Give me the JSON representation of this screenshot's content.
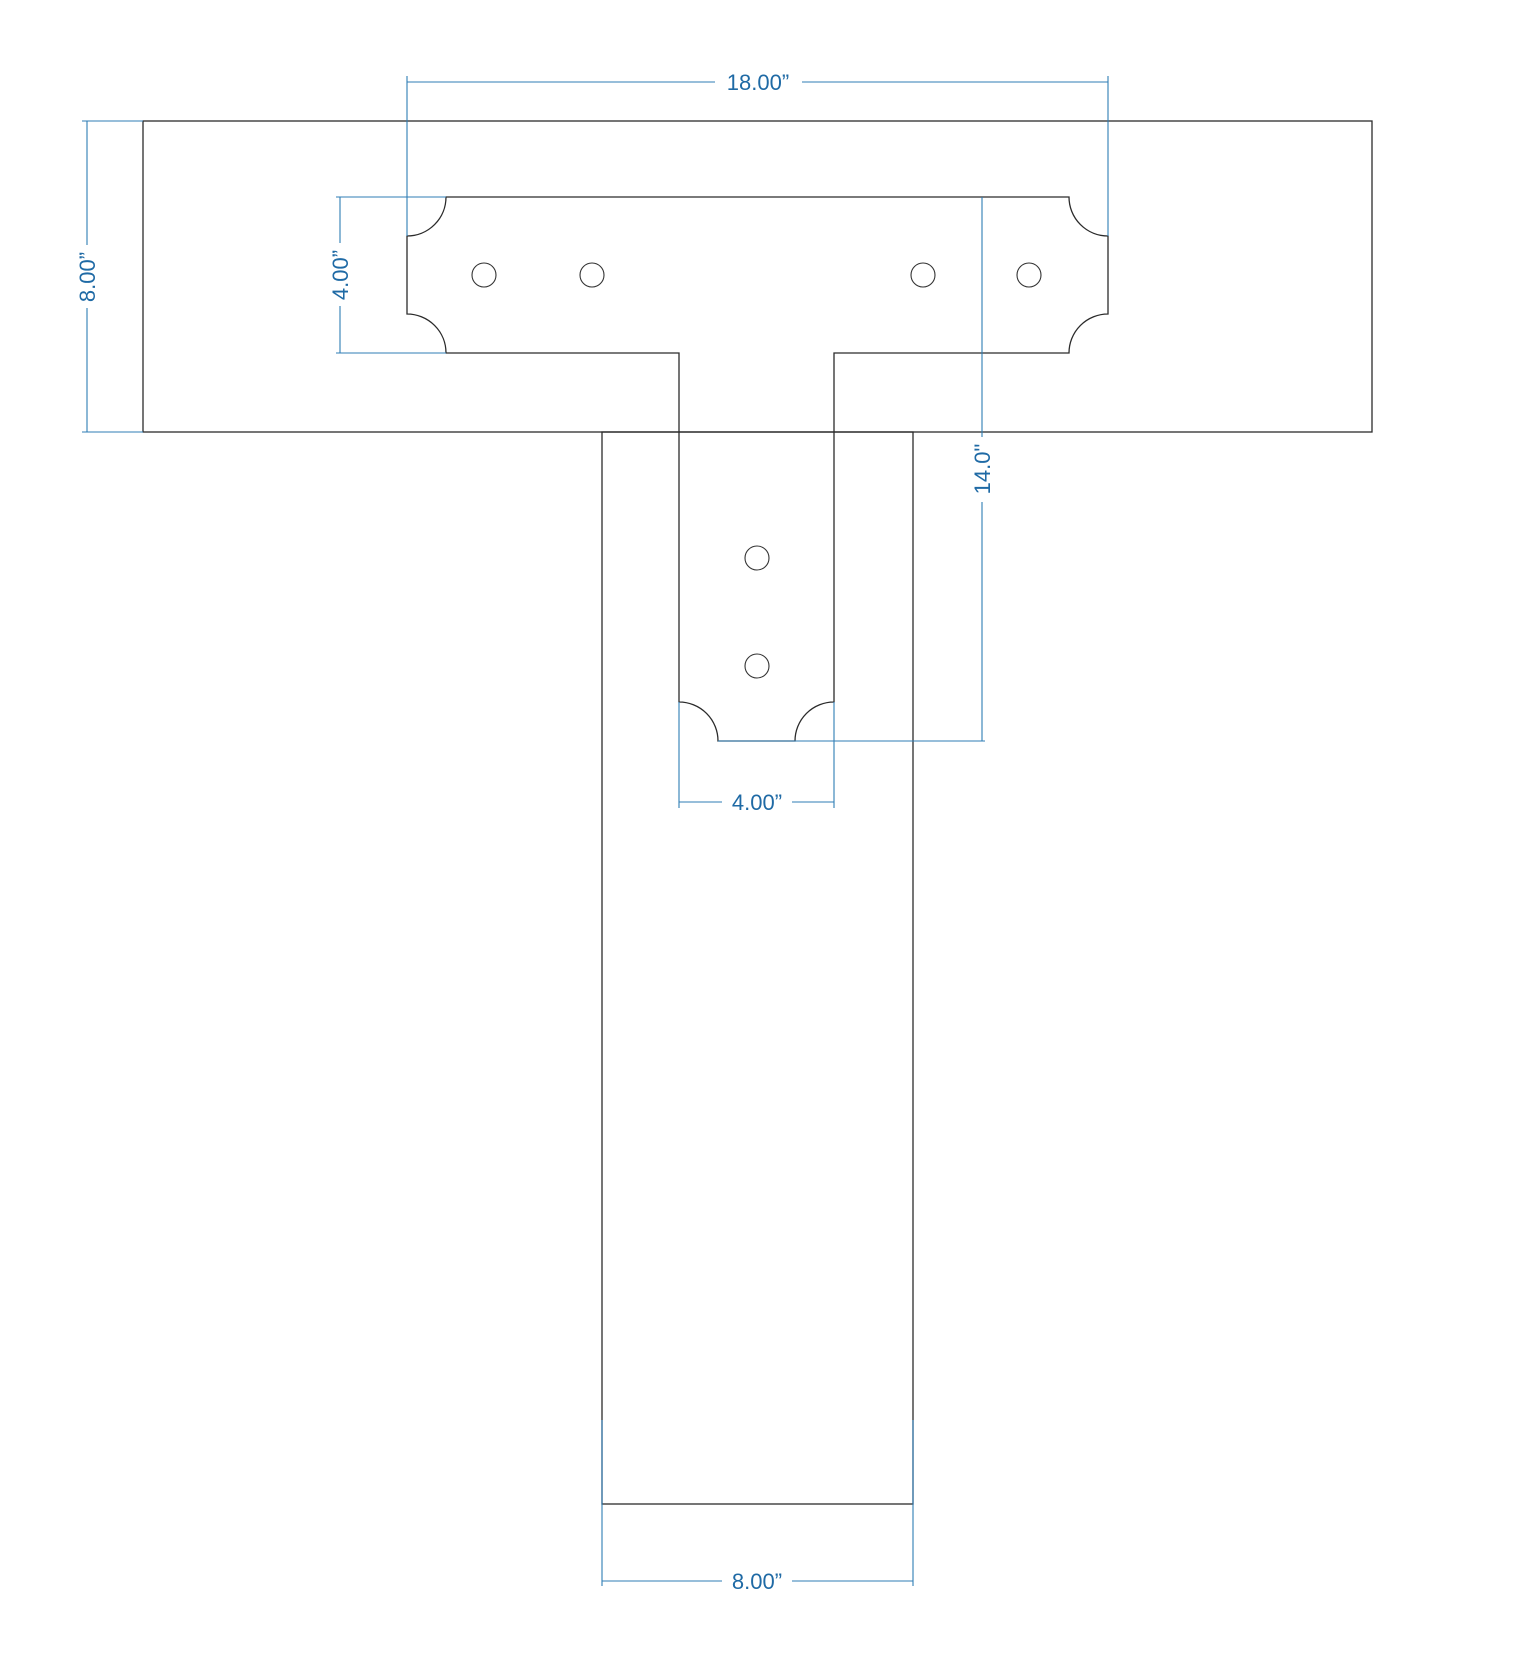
{
  "diagram": {
    "type": "technical-drawing",
    "subject": "T-shaped steel bracket plate on beam and post",
    "colors": {
      "outline": "#2b2b2b",
      "dimension": "#2f7db5",
      "dimension_text": "#1f6aa5",
      "background": "#ffffff"
    },
    "dimensions": {
      "bracket_width": "18.00”",
      "beam_height": "8.00”",
      "bracket_arm_height": "4.00”",
      "bracket_total_height": "14.0\"",
      "bracket_stem_width": "4.00”",
      "post_width": "8.00”"
    },
    "holes": {
      "top_row_count": 4,
      "stem_count": 2
    }
  }
}
